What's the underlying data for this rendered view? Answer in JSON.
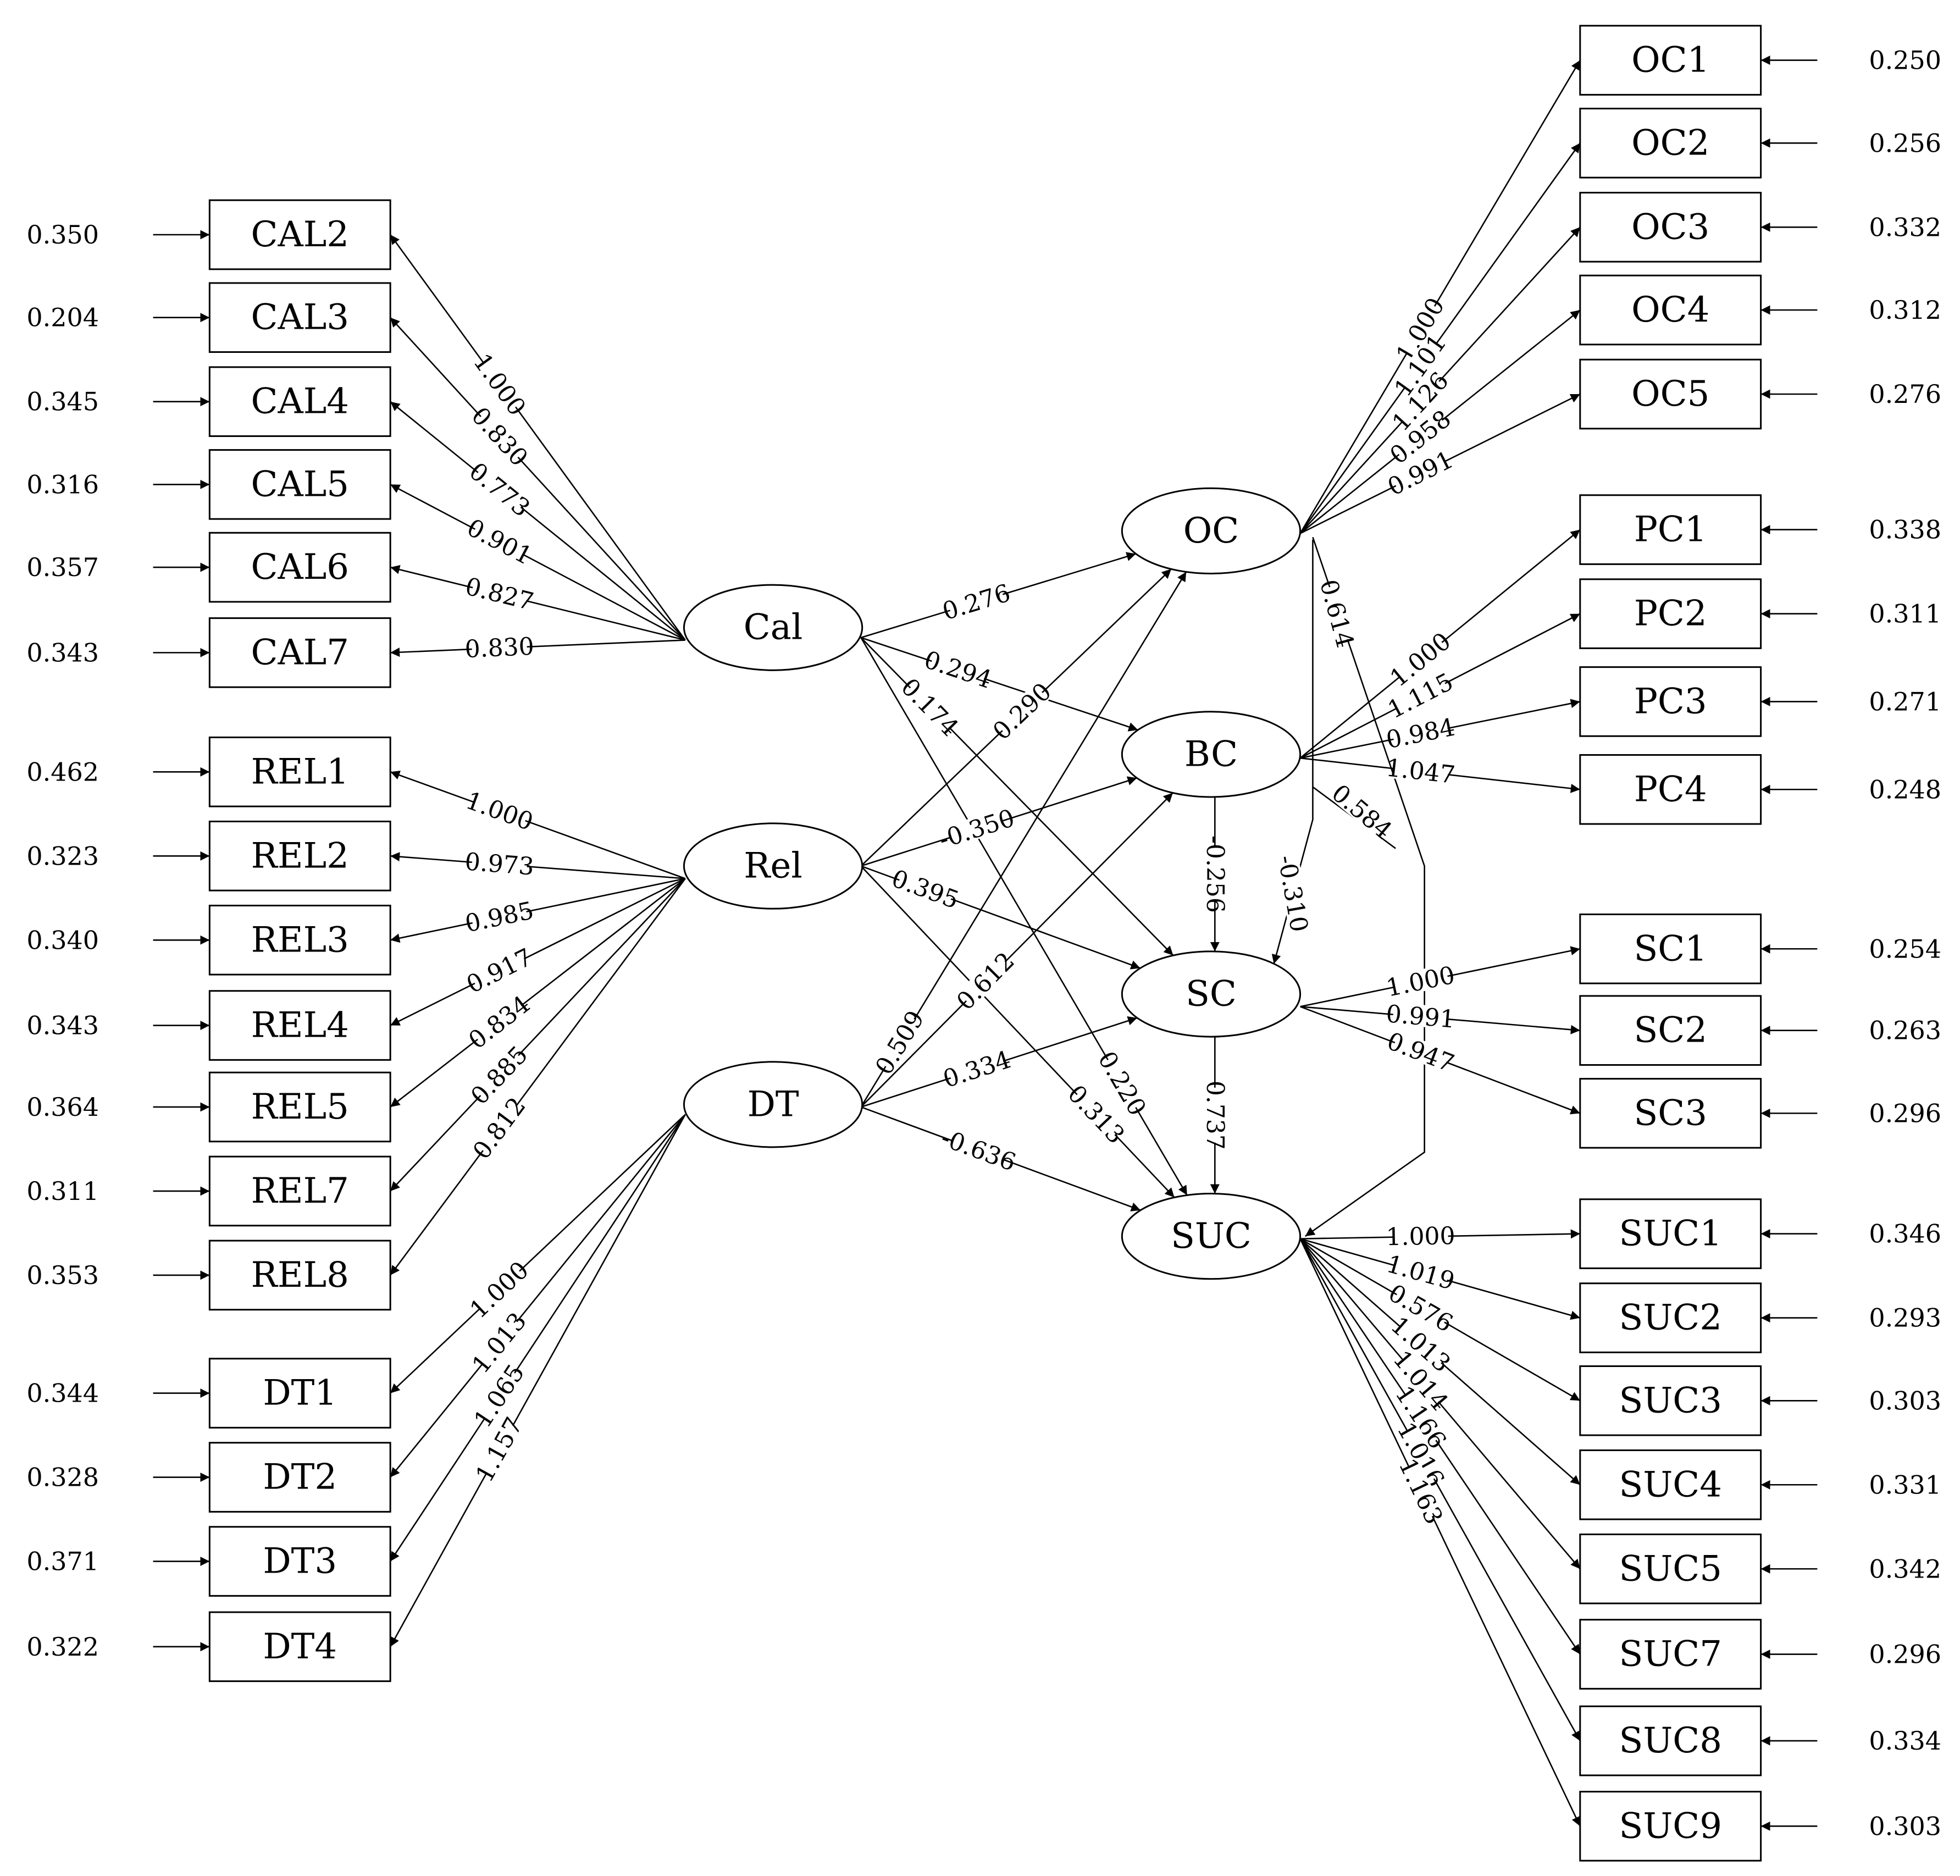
{
  "latent": [
    {
      "id": "Cal",
      "label": "Cal"
    },
    {
      "id": "Rel",
      "label": "Rel"
    },
    {
      "id": "DT",
      "label": "DT"
    },
    {
      "id": "OC",
      "label": "OC"
    },
    {
      "id": "BC",
      "label": "BC"
    },
    {
      "id": "SC",
      "label": "SC"
    },
    {
      "id": "SUC",
      "label": "SUC"
    }
  ],
  "indicators": [
    {
      "id": "CAL2",
      "label": "CAL2",
      "error": "0.350"
    },
    {
      "id": "CAL3",
      "label": "CAL3",
      "error": "0.204"
    },
    {
      "id": "CAL4",
      "label": "CAL4",
      "error": "0.345"
    },
    {
      "id": "CAL5",
      "label": "CAL5",
      "error": "0.316"
    },
    {
      "id": "CAL6",
      "label": "CAL6",
      "error": "0.357"
    },
    {
      "id": "CAL7",
      "label": "CAL7",
      "error": "0.343"
    },
    {
      "id": "REL1",
      "label": "REL1",
      "error": "0.462"
    },
    {
      "id": "REL2",
      "label": "REL2",
      "error": "0.323"
    },
    {
      "id": "REL3",
      "label": "REL3",
      "error": "0.340"
    },
    {
      "id": "REL4",
      "label": "REL4",
      "error": "0.343"
    },
    {
      "id": "REL5",
      "label": "REL5",
      "error": "0.364"
    },
    {
      "id": "REL7",
      "label": "REL7",
      "error": "0.311"
    },
    {
      "id": "REL8",
      "label": "REL8",
      "error": "0.353"
    },
    {
      "id": "DT1",
      "label": "DT1",
      "error": "0.344"
    },
    {
      "id": "DT2",
      "label": "DT2",
      "error": "0.328"
    },
    {
      "id": "DT3",
      "label": "DT3",
      "error": "0.371"
    },
    {
      "id": "DT4",
      "label": "DT4",
      "error": "0.322"
    },
    {
      "id": "OC1",
      "label": "OC1",
      "error": "0.250"
    },
    {
      "id": "OC2",
      "label": "OC2",
      "error": "0.256"
    },
    {
      "id": "OC3",
      "label": "OC3",
      "error": "0.332"
    },
    {
      "id": "OC4",
      "label": "OC4",
      "error": "0.312"
    },
    {
      "id": "OC5",
      "label": "OC5",
      "error": "0.276"
    },
    {
      "id": "PC1",
      "label": "PC1",
      "error": "0.338"
    },
    {
      "id": "PC2",
      "label": "PC2",
      "error": "0.311"
    },
    {
      "id": "PC3",
      "label": "PC3",
      "error": "0.271"
    },
    {
      "id": "PC4",
      "label": "PC4",
      "error": "0.248"
    },
    {
      "id": "SC1",
      "label": "SC1",
      "error": "0.254"
    },
    {
      "id": "SC2",
      "label": "SC2",
      "error": "0.263"
    },
    {
      "id": "SC3",
      "label": "SC3",
      "error": "0.296"
    },
    {
      "id": "SUC1",
      "label": "SUC1",
      "error": "0.346"
    },
    {
      "id": "SUC2",
      "label": "SUC2",
      "error": "0.293"
    },
    {
      "id": "SUC3",
      "label": "SUC3",
      "error": "0.303"
    },
    {
      "id": "SUC4",
      "label": "SUC4",
      "error": "0.331"
    },
    {
      "id": "SUC5",
      "label": "SUC5",
      "error": "0.342"
    },
    {
      "id": "SUC7",
      "label": "SUC7",
      "error": "0.296"
    },
    {
      "id": "SUC8",
      "label": "SUC8",
      "error": "0.334"
    },
    {
      "id": "SUC9",
      "label": "SUC9",
      "error": "0.303"
    }
  ],
  "loadings": [
    {
      "from": "Cal",
      "to": "CAL2",
      "coef": "1.000"
    },
    {
      "from": "Cal",
      "to": "CAL3",
      "coef": "0.830"
    },
    {
      "from": "Cal",
      "to": "CAL4",
      "coef": "0.773"
    },
    {
      "from": "Cal",
      "to": "CAL5",
      "coef": "0.901"
    },
    {
      "from": "Cal",
      "to": "CAL6",
      "coef": "0.827"
    },
    {
      "from": "Cal",
      "to": "CAL7",
      "coef": "0.830"
    },
    {
      "from": "Rel",
      "to": "REL1",
      "coef": "1.000"
    },
    {
      "from": "Rel",
      "to": "REL2",
      "coef": "0.973"
    },
    {
      "from": "Rel",
      "to": "REL3",
      "coef": "0.985"
    },
    {
      "from": "Rel",
      "to": "REL4",
      "coef": "0.917"
    },
    {
      "from": "Rel",
      "to": "REL5",
      "coef": "0.834"
    },
    {
      "from": "Rel",
      "to": "REL7",
      "coef": "0.885"
    },
    {
      "from": "Rel",
      "to": "REL8",
      "coef": "0.812"
    },
    {
      "from": "DT",
      "to": "DT1",
      "coef": "1.000"
    },
    {
      "from": "DT",
      "to": "DT2",
      "coef": "1.013"
    },
    {
      "from": "DT",
      "to": "DT3",
      "coef": "1.065"
    },
    {
      "from": "DT",
      "to": "DT4",
      "coef": "1.157"
    },
    {
      "from": "OC",
      "to": "OC1",
      "coef": "1.000"
    },
    {
      "from": "OC",
      "to": "OC2",
      "coef": "1.101"
    },
    {
      "from": "OC",
      "to": "OC3",
      "coef": "1.126"
    },
    {
      "from": "OC",
      "to": "OC4",
      "coef": "0.958"
    },
    {
      "from": "OC",
      "to": "OC5",
      "coef": "0.991"
    },
    {
      "from": "BC",
      "to": "PC1",
      "coef": "1.000"
    },
    {
      "from": "BC",
      "to": "PC2",
      "coef": "1.115"
    },
    {
      "from": "BC",
      "to": "PC3",
      "coef": "0.984"
    },
    {
      "from": "BC",
      "to": "PC4",
      "coef": "1.047"
    },
    {
      "from": "SC",
      "to": "SC1",
      "coef": "1.000"
    },
    {
      "from": "SC",
      "to": "SC2",
      "coef": "0.991"
    },
    {
      "from": "SC",
      "to": "SC3",
      "coef": "0.947"
    },
    {
      "from": "SUC",
      "to": "SUC1",
      "coef": "1.000"
    },
    {
      "from": "SUC",
      "to": "SUC2",
      "coef": "1.019"
    },
    {
      "from": "SUC",
      "to": "SUC3",
      "coef": "0.576"
    },
    {
      "from": "SUC",
      "to": "SUC4",
      "coef": "1.013"
    },
    {
      "from": "SUC",
      "to": "SUC5",
      "coef": "1.014"
    },
    {
      "from": "SUC",
      "to": "SUC7",
      "coef": "1.166"
    },
    {
      "from": "SUC",
      "to": "SUC8",
      "coef": "1.016"
    },
    {
      "from": "SUC",
      "to": "SUC9",
      "coef": "1.163"
    }
  ],
  "structural": [
    {
      "from": "Cal",
      "to": "OC",
      "coef": "0.276"
    },
    {
      "from": "Cal",
      "to": "BC",
      "coef": "0.294"
    },
    {
      "from": "Cal",
      "to": "SC",
      "coef": "0.174"
    },
    {
      "from": "Cal",
      "to": "SUC",
      "coef": "0.220"
    },
    {
      "from": "Rel",
      "to": "OC",
      "coef": "0.290"
    },
    {
      "from": "Rel",
      "to": "BC",
      "coef": "-0.350"
    },
    {
      "from": "Rel",
      "to": "SC",
      "coef": "0.395"
    },
    {
      "from": "Rel",
      "to": "SUC",
      "coef": "0.313"
    },
    {
      "from": "DT",
      "to": "OC",
      "coef": "0.509"
    },
    {
      "from": "DT",
      "to": "BC",
      "coef": "0.612"
    },
    {
      "from": "DT",
      "to": "SC",
      "coef": "0.334"
    },
    {
      "from": "DT",
      "to": "SUC",
      "coef": "-0.636"
    },
    {
      "from": "OC",
      "to": "SC",
      "coef": "-0.310"
    },
    {
      "from": "OC",
      "to": "SUC",
      "coef": "0.614"
    },
    {
      "from": "BC",
      "to": "SC",
      "coef": "-0.256"
    },
    {
      "from": "BC",
      "to": "SUC",
      "coef": "0.584"
    },
    {
      "from": "SC",
      "to": "SUC",
      "coef": "0.737"
    }
  ]
}
